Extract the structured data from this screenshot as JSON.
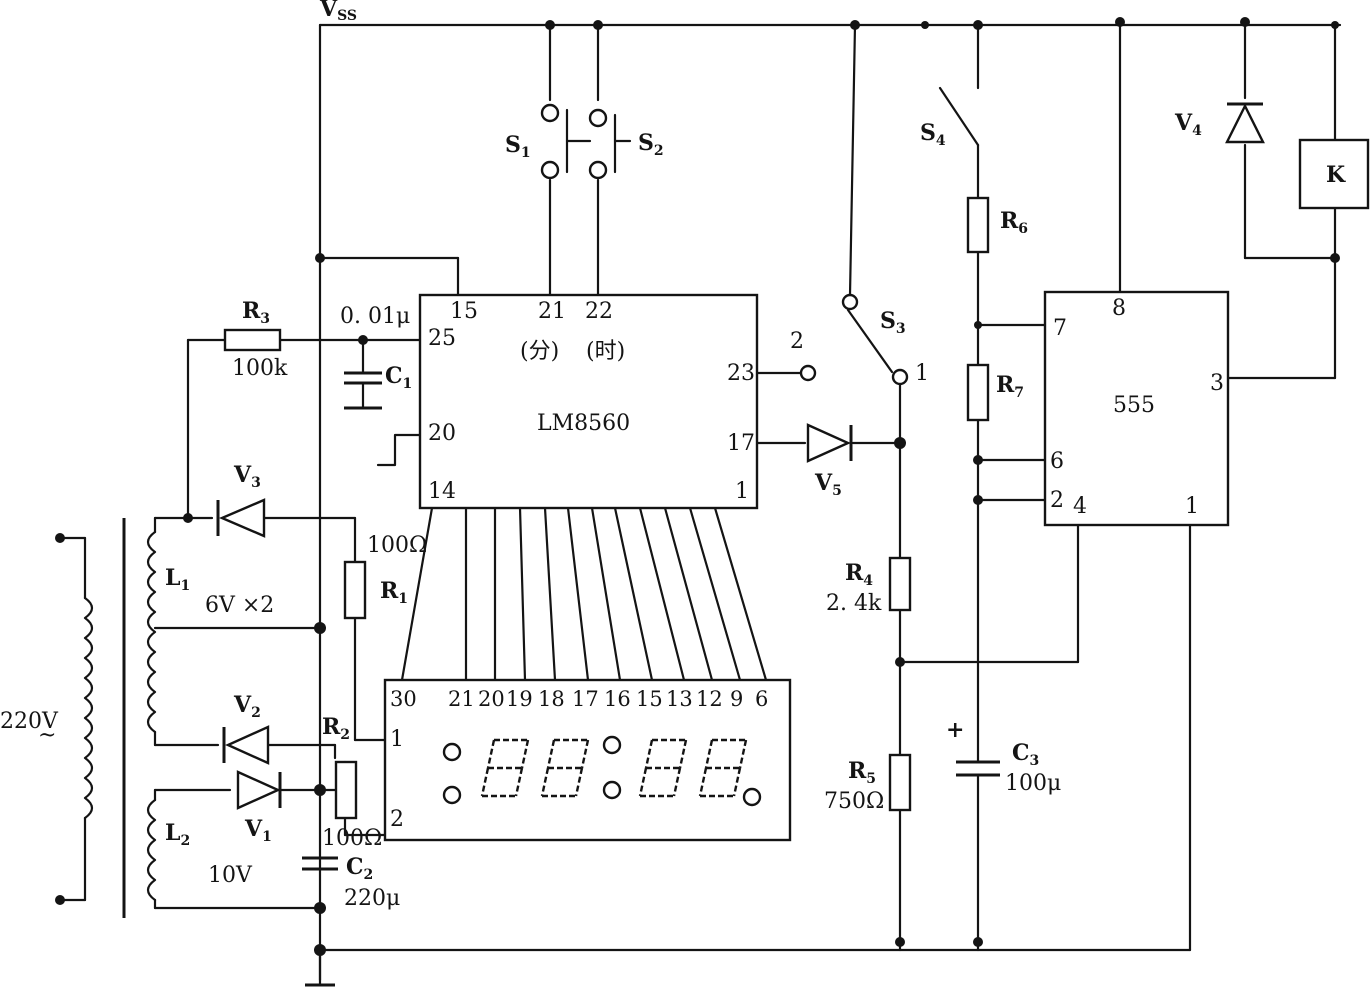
{
  "labels": {
    "vss": "V",
    "vss_sub": "SS",
    "s1": "S",
    "s1_sub": "1",
    "s2": "S",
    "s2_sub": "2",
    "s3": "S",
    "s3_sub": "3",
    "s4": "S",
    "s4_sub": "4",
    "r3": "R",
    "r3_sub": "3",
    "r3_value": "100k",
    "c1": "C",
    "c1_sub": "1",
    "c1_value": "0. 01μ",
    "v3": "V",
    "v3_sub": "3",
    "l1": "L",
    "l1_sub": "1",
    "l1_value": "6V ×2",
    "r1": "R",
    "r1_sub": "1",
    "r1_value": "100Ω",
    "v2": "V",
    "v2_sub": "2",
    "v1": "V",
    "v1_sub": "1",
    "r2": "R",
    "r2_sub": "2",
    "r2_value": "100Ω",
    "l2": "L",
    "l2_sub": "2",
    "l2_value": "10V",
    "c2": "C",
    "c2_sub": "2",
    "c2_value": "220μ",
    "mains": "220V",
    "mains_symbol": "~",
    "ic1_name": "LM8560",
    "ic1_fen": "(分)",
    "ic1_shi": "(时)",
    "v5": "V",
    "v5_sub": "5",
    "sw3_pin2": "2",
    "sw3_pin1": "1",
    "r4": "R",
    "r4_sub": "4",
    "r4_value": "2. 4k",
    "r5": "R",
    "r5_sub": "5",
    "r5_value": "750Ω",
    "r6": "R",
    "r6_sub": "6",
    "r7": "R",
    "r7_sub": "7",
    "c3": "C",
    "c3_sub": "3",
    "c3_value": "100μ",
    "c3_plus": "+",
    "v4": "V",
    "v4_sub": "4",
    "relay": "K",
    "ic2_name": "555"
  },
  "ic1_pins": {
    "p15": "15",
    "p21": "21",
    "p22": "22",
    "p25": "25",
    "p20": "20",
    "p14": "14",
    "p23": "23",
    "p17": "17",
    "p1": "1"
  },
  "ic2_pins": {
    "p8": "8",
    "p7": "7",
    "p3": "3",
    "p6": "6",
    "p2": "2",
    "p4": "4",
    "p1": "1"
  },
  "display_pins": {
    "top": [
      "30",
      "21",
      "20",
      "19",
      "18",
      "17",
      "16",
      "15",
      "13",
      "12",
      "9",
      "6"
    ],
    "left_1": "1",
    "left_2": "2"
  },
  "display_digits": [
    "88",
    "88"
  ]
}
